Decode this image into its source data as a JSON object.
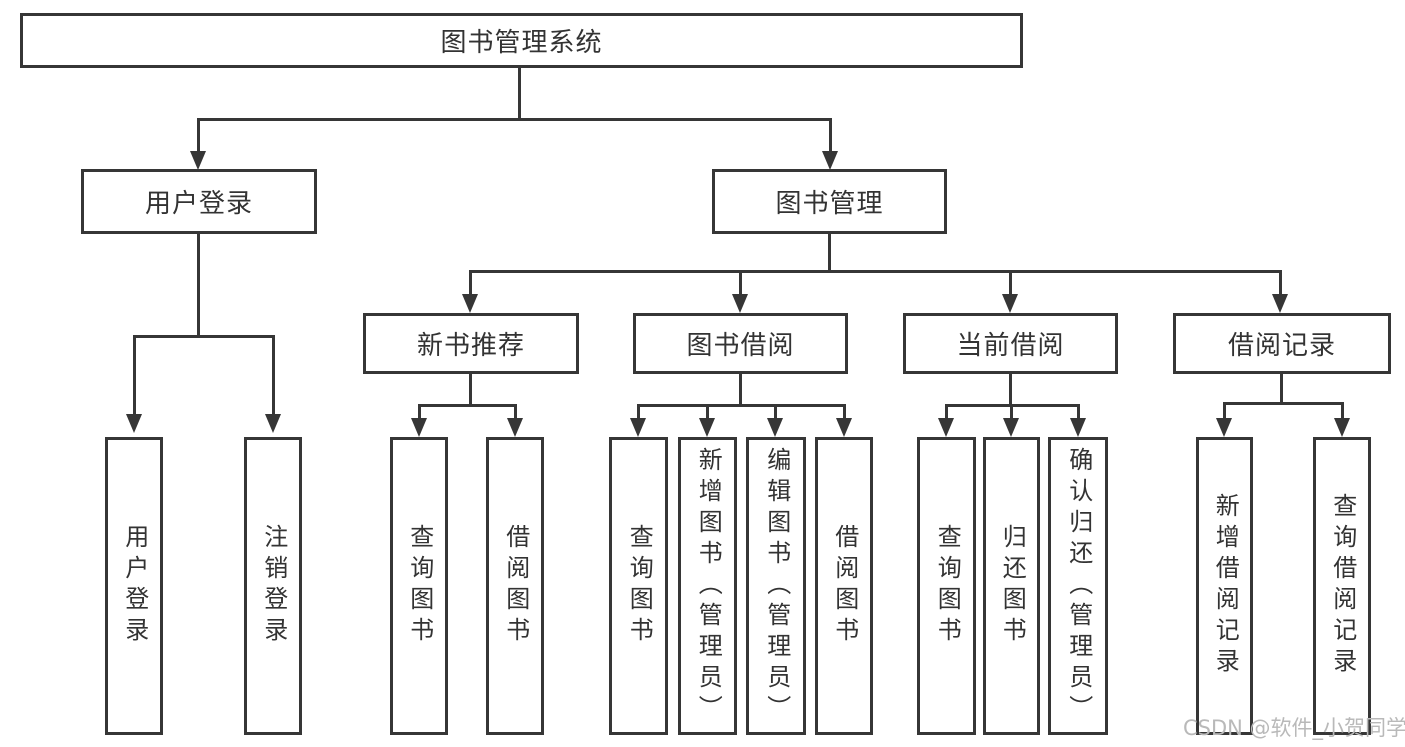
{
  "diagram_title": "图书管理系统",
  "tree": {
    "root": {
      "label": "图书管理系统"
    },
    "branches": [
      {
        "label": "用户登录",
        "children": [
          {
            "label": "用户登录"
          },
          {
            "label": "注销登录"
          }
        ]
      },
      {
        "label": "图书管理",
        "children": [
          {
            "label": "新书推荐",
            "children": [
              {
                "label": "查询图书"
              },
              {
                "label": "借阅图书"
              }
            ]
          },
          {
            "label": "图书借阅",
            "children": [
              {
                "label": "查询图书"
              },
              {
                "label": "新增图书（管理员）"
              },
              {
                "label": "编辑图书（管理员）"
              },
              {
                "label": "借阅图书"
              }
            ]
          },
          {
            "label": "当前借阅",
            "children": [
              {
                "label": "查询图书"
              },
              {
                "label": "归还图书"
              },
              {
                "label": "确认归还（管理员）"
              }
            ]
          },
          {
            "label": "借阅记录",
            "children": [
              {
                "label": "新增借阅记录"
              },
              {
                "label": "查询借阅记录"
              }
            ]
          }
        ]
      }
    ]
  },
  "watermark": {
    "text": "CSDN @软件_小贺同学"
  },
  "colors": {
    "line": "#363636",
    "text": "#333333",
    "background": "#ffffff",
    "watermark": "#b9b9b9"
  }
}
